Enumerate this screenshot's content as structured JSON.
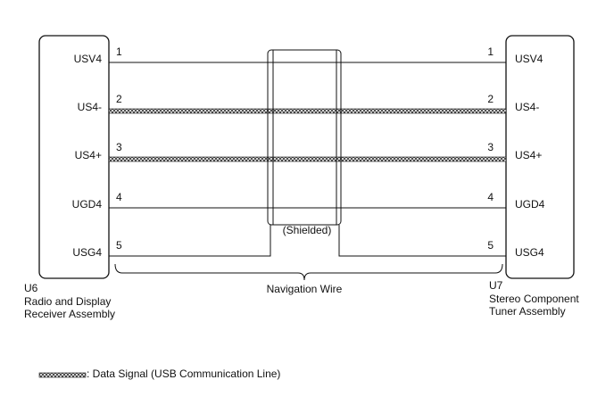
{
  "left_connector": {
    "code": "U6",
    "name_line1": "Radio and Display",
    "name_line2": "Receiver Assembly",
    "pins": [
      "USV4",
      "US4-",
      "US4+",
      "UGD4",
      "USG4"
    ]
  },
  "right_connector": {
    "code": "U7",
    "name_line1": "Stereo Component",
    "name_line2": "Tuner Assembly",
    "pins": [
      "USV4",
      "US4-",
      "US4+",
      "UGD4",
      "USG4"
    ]
  },
  "wires": [
    {
      "pin_left": "1",
      "pin_right": "1",
      "data_signal": false
    },
    {
      "pin_left": "2",
      "pin_right": "2",
      "data_signal": true
    },
    {
      "pin_left": "3",
      "pin_right": "3",
      "data_signal": true
    },
    {
      "pin_left": "4",
      "pin_right": "4",
      "data_signal": false
    },
    {
      "pin_left": "5",
      "pin_right": "5",
      "data_signal": false
    }
  ],
  "shield_label": "(Shielded)",
  "harness_label": "Navigation Wire",
  "legend": {
    "text": ": Data Signal (USB Communication Line)"
  },
  "colors": {
    "line": "#111111",
    "signal_fill": "#8c8c8c",
    "background": "#ffffff"
  }
}
